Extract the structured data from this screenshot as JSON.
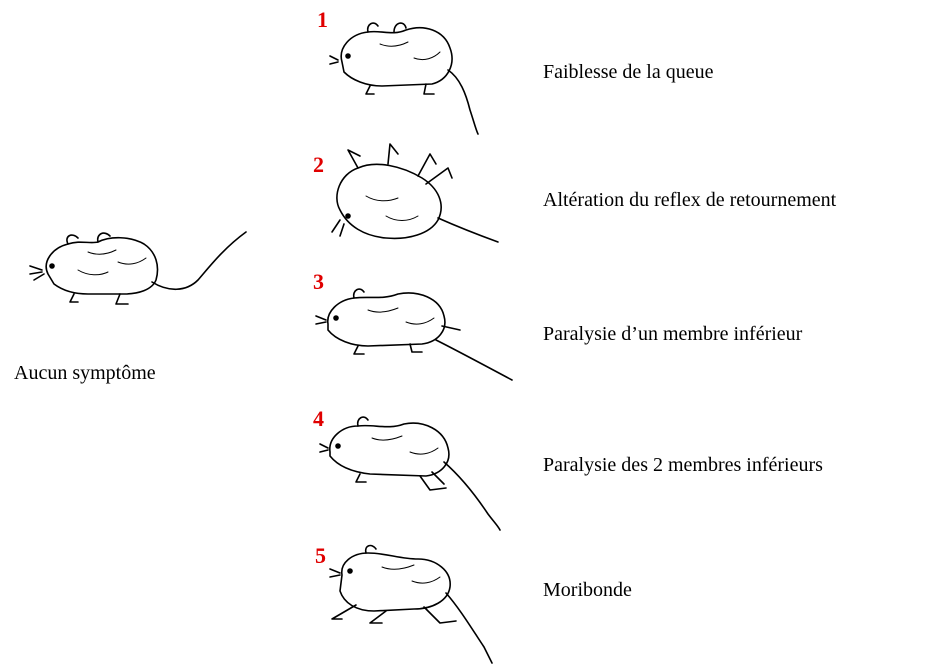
{
  "baseline": {
    "label": "Aucun symptôme",
    "icon": "healthy-mouse-icon"
  },
  "stages": [
    {
      "number": "1",
      "label": "Faiblesse de la queue",
      "icon": "mouse-tail-weakness-icon"
    },
    {
      "number": "2",
      "label": "Altération du reflex de retournement",
      "icon": "mouse-on-back-icon"
    },
    {
      "number": "3",
      "label": "Paralysie d’un membre inférieur",
      "icon": "mouse-one-limb-paralysis-icon"
    },
    {
      "number": "4",
      "label": "Paralysie des 2 membres inférieurs",
      "icon": "mouse-two-limb-paralysis-icon"
    },
    {
      "number": "5",
      "label": "Moribonde",
      "icon": "mouse-moribund-icon"
    }
  ],
  "colors": {
    "stage_number": "#e00000",
    "text": "#000000"
  }
}
